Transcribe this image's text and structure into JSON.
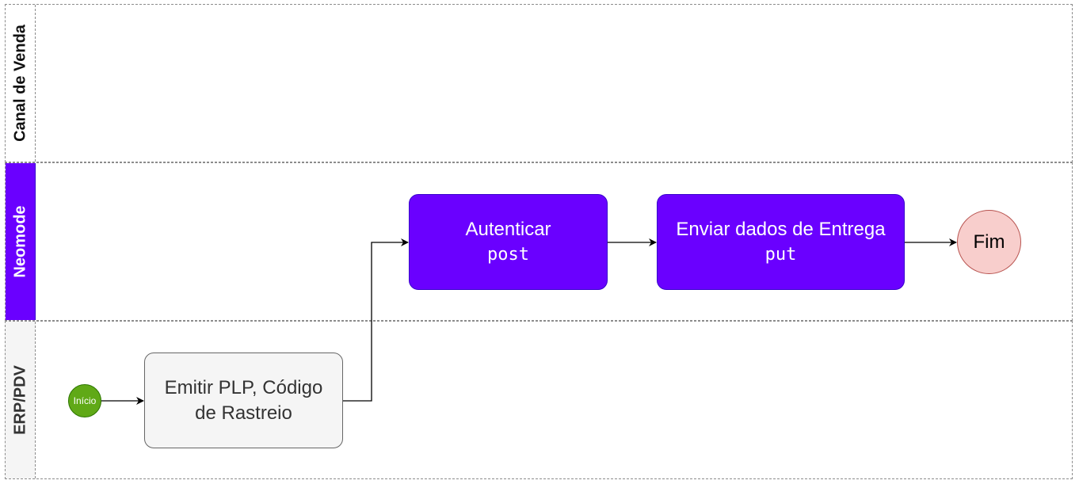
{
  "lanes": [
    {
      "title": "Canal de Venda"
    },
    {
      "title": "Neomode"
    },
    {
      "title": "ERP/PDV"
    }
  ],
  "nodes": {
    "start": "Início",
    "emit": {
      "line1": "Emitir PLP, Código",
      "line2": "de Rastreio"
    },
    "auth": {
      "title": "Autenticar",
      "method": "post"
    },
    "send": {
      "title": "Enviar dados de Entrega",
      "method": "put"
    },
    "end": "Fim"
  },
  "colors": {
    "neomode_purple": "#6a00ff",
    "neomode_border": "#3700cc",
    "start_green": "#60a917",
    "end_fill": "#f8cecc",
    "end_border": "#b85450",
    "emit_fill": "#f5f5f5",
    "lane_border": "#8c8c8c"
  }
}
